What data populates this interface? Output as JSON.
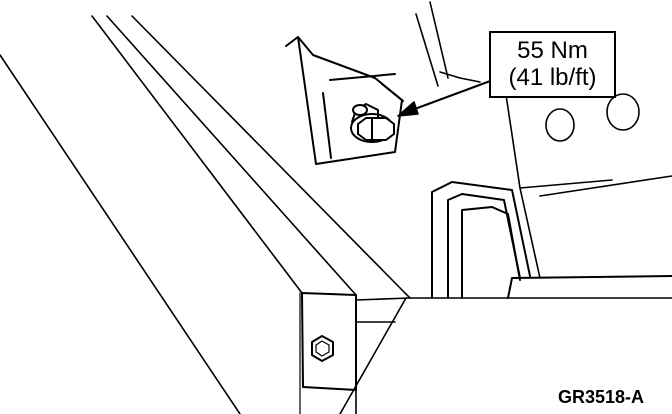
{
  "callout": {
    "torque_metric": "55 Nm",
    "torque_imperial": "(41 lb/ft)"
  },
  "figure_id": "GR3518-A",
  "colors": {
    "line": "#000000",
    "background": "#ffffff"
  },
  "icons": {
    "upper_fastener": "bolt-with-washer-icon",
    "lower_fastener": "hex-bolt-head-icon"
  }
}
